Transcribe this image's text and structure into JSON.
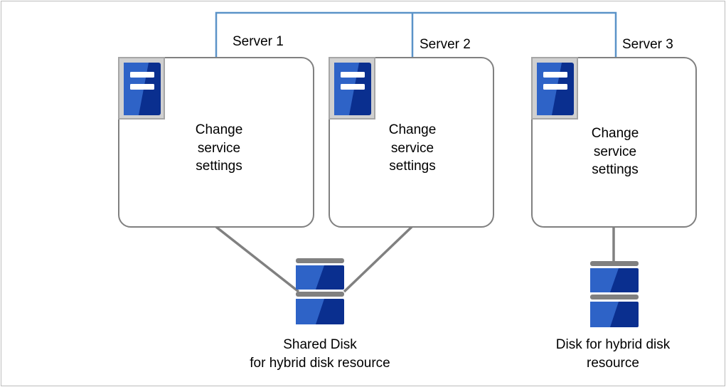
{
  "servers": [
    {
      "name": "Server 1",
      "lines": [
        "Change",
        "service",
        "settings"
      ]
    },
    {
      "name": "Server 2",
      "lines": [
        "Change",
        "service",
        "settings"
      ]
    },
    {
      "name": "Server 3",
      "lines": [
        "Change",
        "service",
        "settings"
      ]
    }
  ],
  "disks": {
    "shared_caption": [
      "Shared Disk",
      "for hybrid disk resource"
    ],
    "local_caption": [
      "Disk for hybrid disk",
      "resource"
    ]
  },
  "colors": {
    "network_line": "#5b93c8",
    "disk_line": "#808080",
    "server_blue_dark": "#0a2f8f",
    "server_blue_light": "#2e63c7"
  },
  "icons": {
    "server": "server-icon",
    "disk": "disk-stack-icon"
  }
}
